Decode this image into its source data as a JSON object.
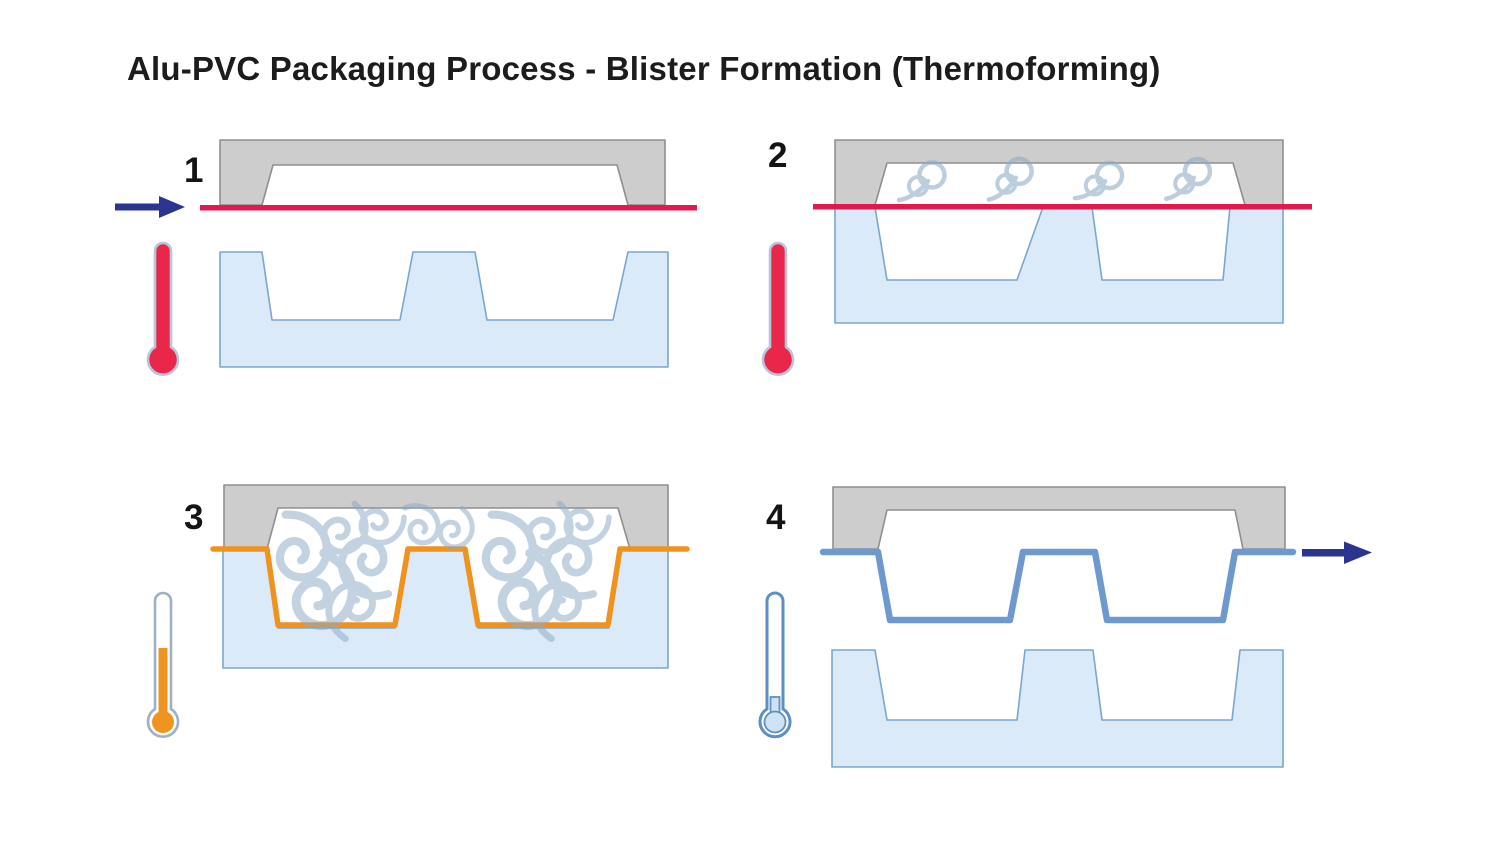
{
  "title": "Alu-PVC Packaging Process - Blister Formation (Thermoforming)",
  "steps": [
    {
      "number": "1",
      "thermometer_level": "full"
    },
    {
      "number": "2",
      "thermometer_level": "full"
    },
    {
      "number": "3",
      "thermometer_level": "two-thirds"
    },
    {
      "number": "4",
      "thermometer_level": "low"
    }
  ],
  "colors": {
    "mold_gray": "#cdcdcd",
    "mold_gray_stroke": "#8f8f8f",
    "lower_mold_fill": "#daeaf8",
    "lower_mold_stroke": "#7aa6cf",
    "film_hot_red": "#e0194e",
    "film_forming_orange": "#f0921e",
    "film_cooled_blue": "#6d99cf",
    "arrow_navy": "#2b3590",
    "thermo_red": "#e8274b",
    "thermo_orange": "#ef9421",
    "thermo_cold_fill": "#cfe2f3",
    "thermo_cold_stroke": "#5e8fc2",
    "swirl_blue": "#8caac6"
  }
}
